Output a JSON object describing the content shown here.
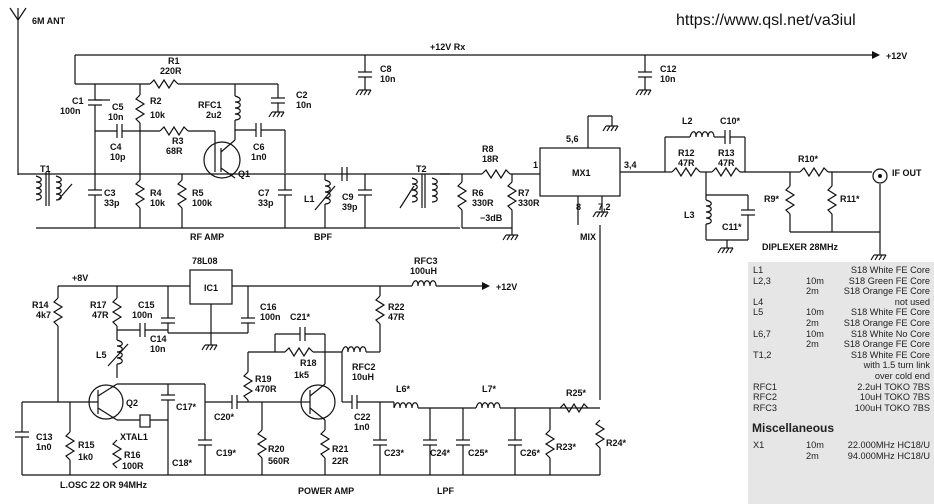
{
  "header": {
    "url": "https://www.qsl.net/va3iul"
  },
  "labels": {
    "ant": "6M ANT",
    "rail_12v_rx": "+12V Rx",
    "out_12v_top": "+12V",
    "out_12v_mid": "+12V",
    "plus_8v": "+8V",
    "rf_amp": "RF AMP",
    "bpf": "BPF",
    "mix": "MIX",
    "diplexer": "DIPLEXER 28MHz",
    "if_out": "IF OUT",
    "losc": "L.OSC 22 OR 94MHz",
    "power_amp": "POWER AMP",
    "lpf": "LPF",
    "ic1_type": "78L08",
    "ic1": "IC1",
    "mx1": "MX1",
    "attn": "−3dB",
    "pin_1": "1",
    "pin_56": "5,6",
    "pin_34": "3,4",
    "pin_8": "8",
    "pin_72": "7,2"
  },
  "components": {
    "T1": "T1",
    "R1": "R1",
    "R1v": "220R",
    "C1": "C1",
    "C1v": "100n",
    "C5": "C5",
    "C5v": "10n",
    "R2": "R2",
    "R2v": "10k",
    "RFC1": "RFC1",
    "RFC1v": "2u2",
    "C2": "C2",
    "C2v": "10n",
    "C4": "C4",
    "C4v": "10p",
    "R3": "R3",
    "R3v": "68R",
    "C6": "C6",
    "C6v": "1n0",
    "C3": "C3",
    "C3v": "33p",
    "R4": "R4",
    "R4v": "10k",
    "R5": "R5",
    "R5v": "100k",
    "Q1": "Q1",
    "C7": "C7",
    "C7v": "33p",
    "L1": "L1",
    "C9": "C9",
    "C9v": "39p",
    "T2": "T2",
    "C8": "C8",
    "C8v": "10n",
    "C12": "C12",
    "C12v": "10n",
    "R8": "R8",
    "R8v": "18R",
    "R6": "R6",
    "R6v": "330R",
    "R7": "R7",
    "R7v": "330R",
    "L2": "L2",
    "C10": "C10*",
    "R12": "R12",
    "R12v": "47R",
    "R13": "R13",
    "R13v": "47R",
    "L3": "L3",
    "C11": "C11*",
    "R10": "R10*",
    "R9": "R9*",
    "R11": "R11*",
    "RFC3": "RFC3",
    "RFC3v": "100uH",
    "R14": "R14",
    "R14v": "4k7",
    "R17": "R17",
    "R17v": "47R",
    "C15": "C15",
    "C15v": "100n",
    "C16": "C16",
    "C16v": "100n",
    "R22": "R22",
    "R22v": "47R",
    "C14": "C14",
    "C14v": "10n",
    "L5": "L5",
    "C21": "C21*",
    "R18": "R18",
    "R18v": "1k5",
    "RFC2": "RFC2",
    "RFC2v": "10uH",
    "R19": "R19",
    "R19v": "470R",
    "Q2": "Q2",
    "C17": "C17*",
    "C20": "C20*",
    "C22": "C22",
    "C22v": "1n0",
    "L6": "L6*",
    "L7": "L7*",
    "R25": "R25*",
    "XTAL1": "XTAL1",
    "C13": "C13",
    "C13v": "1n0",
    "R15": "R15",
    "R15v": "1k0",
    "R16": "R16",
    "R16v": "100R",
    "C18": "C18*",
    "C19": "C19*",
    "R20": "R20",
    "R20v": "560R",
    "R21": "R21",
    "R21v": "22R",
    "C23": "C23*",
    "C24": "C24*",
    "C25": "C25*",
    "C26": "C26*",
    "R23": "R23*",
    "R24": "R24*"
  },
  "parts_list": [
    {
      "ref": "L1",
      "band": "",
      "desc": "S18 White FE Core"
    },
    {
      "ref": "L2,3",
      "band": "10m",
      "desc": "S18 Green FE Core"
    },
    {
      "ref": "",
      "band": "2m",
      "desc": "S18 Orange FE Core"
    },
    {
      "ref": "L4",
      "band": "",
      "desc": "not used"
    },
    {
      "ref": "L5",
      "band": "10m",
      "desc": "S18 White FE Core"
    },
    {
      "ref": "",
      "band": "2m",
      "desc": "S18 Orange FE Core"
    },
    {
      "ref": "L6,7",
      "band": "10m",
      "desc": "S18 White No Core"
    },
    {
      "ref": "",
      "band": "2m",
      "desc": "S18 Orange FE Core"
    },
    {
      "ref": "T1,2",
      "band": "",
      "desc": "S18 White FE Core"
    },
    {
      "ref": "",
      "band": "",
      "desc": "with 1.5 turn link"
    },
    {
      "ref": "",
      "band": "",
      "desc": "over cold end"
    },
    {
      "ref": "RFC1",
      "band": "",
      "desc": "2.2uH TOKO 7BS"
    },
    {
      "ref": "RFC2",
      "band": "",
      "desc": "10uH TOKO 7BS"
    },
    {
      "ref": "RFC3",
      "band": "",
      "desc": "100uH TOKO 7BS"
    }
  ],
  "misc": {
    "title": "Miscellaneous",
    "rows": [
      {
        "ref": "X1",
        "band": "10m",
        "desc": "22.000MHz HC18/U"
      },
      {
        "ref": "",
        "band": "2m",
        "desc": "94.000MHz HC18/U"
      }
    ]
  }
}
